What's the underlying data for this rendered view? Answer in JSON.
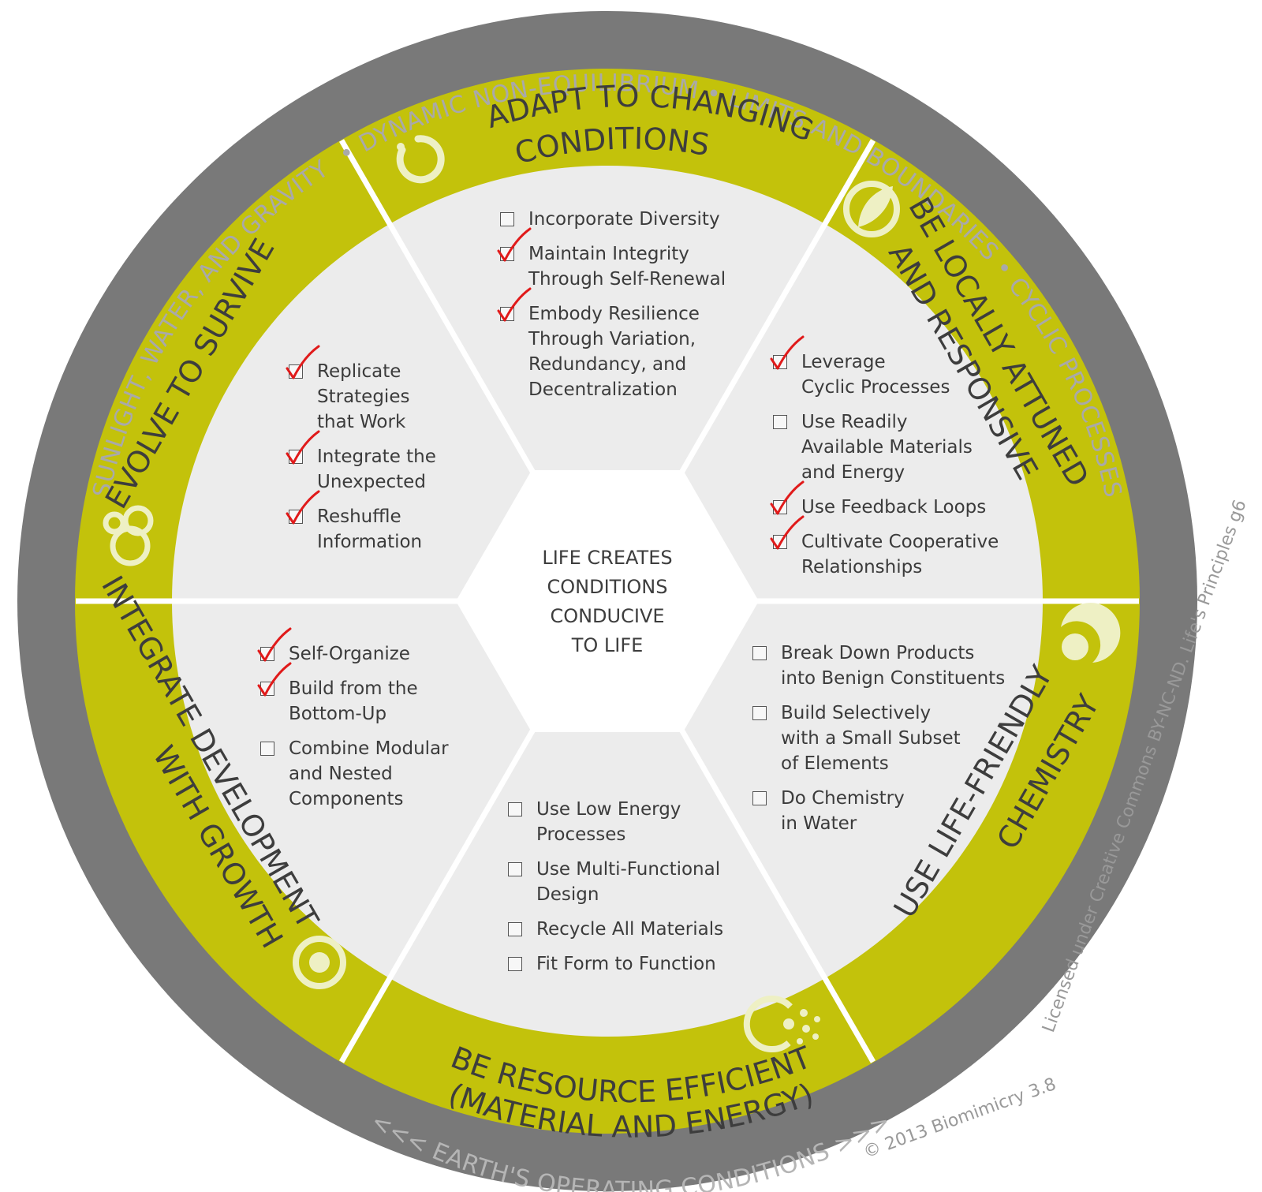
{
  "center_label": [
    "LIFE CREATES",
    "CONDITIONS",
    "CONDUCIVE",
    "TO LIFE"
  ],
  "outer_ring": {
    "conditions": [
      "SUNLIGHT, WATER, AND GRAVITY",
      "DYNAMIC NON-EQUILIBRIUM",
      "LIMITS AND BOUNDARIES",
      "CYCLIC PROCESSES"
    ],
    "earth_label": "<<< EARTH'S OPERATING CONDITIONS >>>"
  },
  "credits": {
    "license": "Licensed under Creative Commons BY-NC-ND. Life's Principles g6",
    "copyright": "© 2013 Biomimicry 3.8"
  },
  "colors": {
    "outer_ring": "#797979",
    "band": "#c3c20b",
    "segment": "#ececec",
    "check_mark": "#e01a1a",
    "text": "#3d3d3d"
  },
  "principles": [
    {
      "id": "adapt",
      "title": [
        "ADAPT TO CHANGING",
        "CONDITIONS"
      ],
      "icon": "cycle-arrow-icon",
      "items": [
        {
          "label": "Incorporate Diversity",
          "checked": false
        },
        {
          "label": "Maintain Integrity\nThrough Self-Renewal",
          "checked": true
        },
        {
          "label": "Embody Resilience\nThrough Variation,\nRedundancy, and\nDecentralization",
          "checked": true
        }
      ]
    },
    {
      "id": "local",
      "title": [
        "BE LOCALLY ATTUNED",
        "AND RESPONSIVE"
      ],
      "icon": "leaf-icon",
      "items": [
        {
          "label": "Leverage\nCyclic Processes",
          "checked": true
        },
        {
          "label": "Use Readily\nAvailable Materials\nand Energy",
          "checked": false
        },
        {
          "label": "Use Feedback Loops",
          "checked": true
        },
        {
          "label": "Cultivate Cooperative\nRelationships",
          "checked": true
        }
      ]
    },
    {
      "id": "chemistry",
      "title": [
        "USE LIFE-FRIENDLY",
        "CHEMISTRY"
      ],
      "icon": "molecule-drop-icon",
      "items": [
        {
          "label": "Break Down Products\ninto Benign Constituents",
          "checked": false
        },
        {
          "label": "Build Selectively\nwith a Small Subset\nof Elements",
          "checked": false
        },
        {
          "label": "Do Chemistry\nin Water",
          "checked": false
        }
      ]
    },
    {
      "id": "resource",
      "title": [
        "BE RESOURCE EFFICIENT",
        "(MATERIAL AND ENERGY)"
      ],
      "icon": "dots-cluster-icon",
      "items": [
        {
          "label": "Use Low Energy\nProcesses",
          "checked": false
        },
        {
          "label": "Use Multi-Functional\nDesign",
          "checked": false
        },
        {
          "label": "Recycle All Materials",
          "checked": false
        },
        {
          "label": "Fit Form to Function",
          "checked": false
        }
      ]
    },
    {
      "id": "integrate",
      "title": [
        "INTEGRATE DEVELOPMENT",
        "WITH GROWTH"
      ],
      "icon": "target-circle-icon",
      "items": [
        {
          "label": "Self-Organize",
          "checked": true
        },
        {
          "label": "Build from the\nBottom-Up",
          "checked": true
        },
        {
          "label": "Combine Modular\nand Nested\nComponents",
          "checked": false
        }
      ]
    },
    {
      "id": "evolve",
      "title": [
        "EVOLVE TO SURVIVE"
      ],
      "icon": "bubbles-icon",
      "items": [
        {
          "label": "Replicate\nStrategies\nthat Work",
          "checked": true
        },
        {
          "label": "Integrate the\nUnexpected",
          "checked": true
        },
        {
          "label": "Reshuffle\nInformation",
          "checked": true
        }
      ]
    }
  ]
}
